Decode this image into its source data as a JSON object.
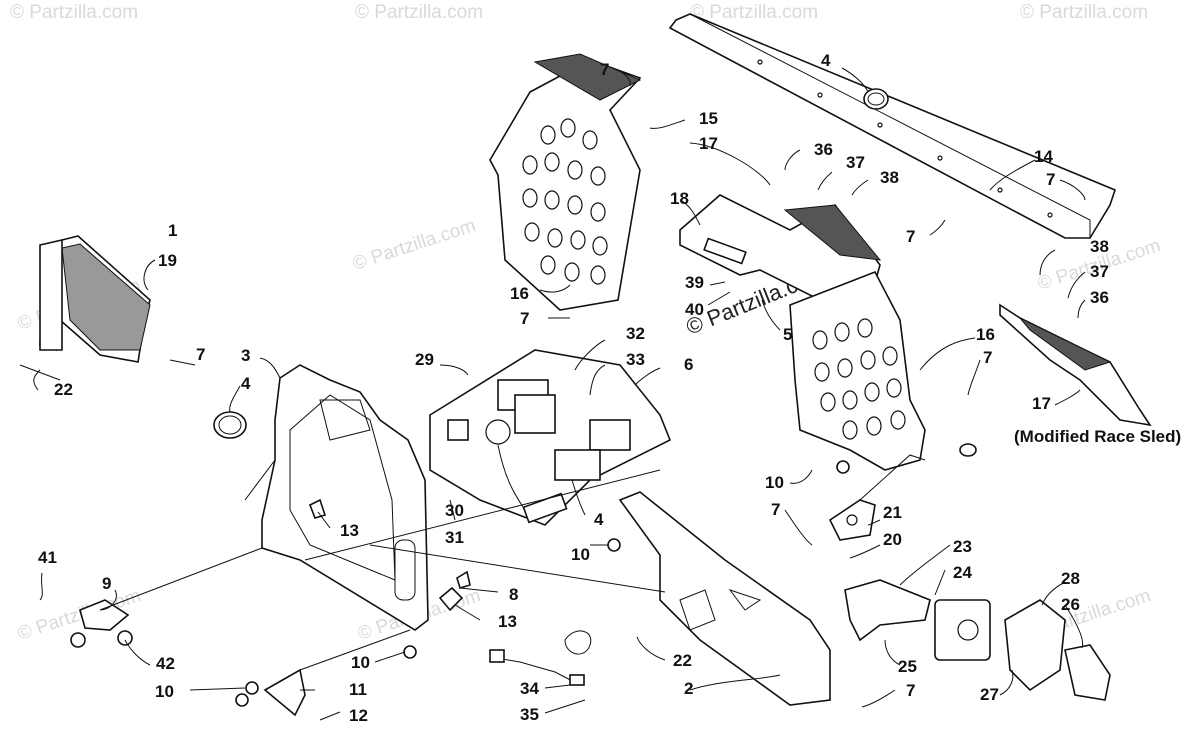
{
  "watermark": {
    "text": "© Partzilla.com",
    "center_text": "© Partzilla.com"
  },
  "caption": "(Modified Race Sled)",
  "callouts": [
    {
      "id": "c1",
      "text": "1"
    },
    {
      "id": "c19",
      "text": "19"
    },
    {
      "id": "c7a",
      "text": "7"
    },
    {
      "id": "c22a",
      "text": "22"
    },
    {
      "id": "c3",
      "text": "3"
    },
    {
      "id": "c4a",
      "text": "4"
    },
    {
      "id": "c13a",
      "text": "13"
    },
    {
      "id": "c41",
      "text": "41"
    },
    {
      "id": "c9",
      "text": "9"
    },
    {
      "id": "c42",
      "text": "42"
    },
    {
      "id": "c10a",
      "text": "10"
    },
    {
      "id": "c11",
      "text": "11"
    },
    {
      "id": "c12",
      "text": "12"
    },
    {
      "id": "c8",
      "text": "8"
    },
    {
      "id": "c13b",
      "text": "13"
    },
    {
      "id": "c10b",
      "text": "10"
    },
    {
      "id": "c7b",
      "text": "7"
    },
    {
      "id": "c15",
      "text": "15"
    },
    {
      "id": "c17a",
      "text": "17"
    },
    {
      "id": "c16a",
      "text": "16"
    },
    {
      "id": "c7c",
      "text": "7"
    },
    {
      "id": "c32",
      "text": "32"
    },
    {
      "id": "c33",
      "text": "33"
    },
    {
      "id": "c29",
      "text": "29"
    },
    {
      "id": "c6",
      "text": "6"
    },
    {
      "id": "c30",
      "text": "30"
    },
    {
      "id": "c31",
      "text": "31"
    },
    {
      "id": "c4b",
      "text": "4"
    },
    {
      "id": "c10c",
      "text": "10"
    },
    {
      "id": "c4c",
      "text": "4"
    },
    {
      "id": "c14",
      "text": "14"
    },
    {
      "id": "c7d",
      "text": "7"
    },
    {
      "id": "c36a",
      "text": "36"
    },
    {
      "id": "c37a",
      "text": "37"
    },
    {
      "id": "c38a",
      "text": "38"
    },
    {
      "id": "c18",
      "text": "18"
    },
    {
      "id": "c7e",
      "text": "7"
    },
    {
      "id": "c39",
      "text": "39"
    },
    {
      "id": "c40",
      "text": "40"
    },
    {
      "id": "c5",
      "text": "5"
    },
    {
      "id": "c16b",
      "text": "16"
    },
    {
      "id": "c7f",
      "text": "7"
    },
    {
      "id": "c38b",
      "text": "38"
    },
    {
      "id": "c37b",
      "text": "37"
    },
    {
      "id": "c36b",
      "text": "36"
    },
    {
      "id": "c17b",
      "text": "17"
    },
    {
      "id": "c10d",
      "text": "10"
    },
    {
      "id": "c7g",
      "text": "7"
    },
    {
      "id": "c21",
      "text": "21"
    },
    {
      "id": "c20",
      "text": "20"
    },
    {
      "id": "c23",
      "text": "23"
    },
    {
      "id": "c24",
      "text": "24"
    },
    {
      "id": "c28",
      "text": "28"
    },
    {
      "id": "c26",
      "text": "26"
    },
    {
      "id": "c25",
      "text": "25"
    },
    {
      "id": "c27",
      "text": "27"
    },
    {
      "id": "c22b",
      "text": "22"
    },
    {
      "id": "c2",
      "text": "2"
    },
    {
      "id": "c7h",
      "text": "7"
    },
    {
      "id": "c34",
      "text": "34"
    },
    {
      "id": "c35",
      "text": "35"
    }
  ]
}
